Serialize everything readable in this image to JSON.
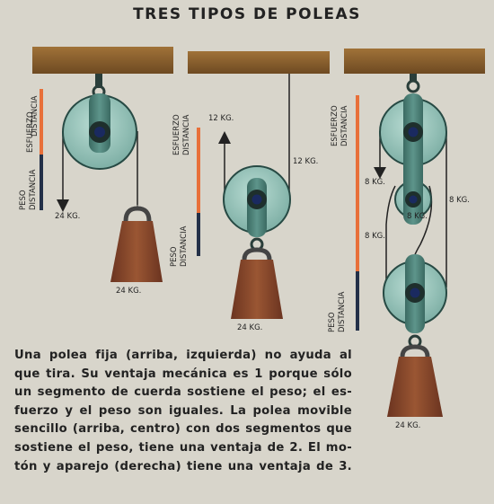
{
  "title": "TRES TIPOS DE POLEAS",
  "labels": {
    "effort": "ESFUERZO",
    "distance": "DISTANCIA",
    "weight": "PESO",
    "kg24": "24 KG.",
    "kg12": "12 KG.",
    "kg8": "8 KG."
  },
  "caption": [
    "Una polea fija (arriba, izquierda) no ayuda al",
    "que tira. Su ventaja mecánica es 1 porque sólo",
    "un segmento de cuerda sostiene el peso; el es-",
    "fuerzo y el peso son iguales. La polea movible",
    "sencillo (arriba, centro) con dos segmentos que",
    "sostiene el peso, tiene una ventaja de 2. El mo-",
    "tón y aparejo (derecha) tiene una ventaja de 3."
  ],
  "colors": {
    "beam": "#8e6230",
    "pulley": "#9fc7be",
    "weight": "#8b4a2e",
    "effort_bar": "#e8703a",
    "weight_bar": "#233048"
  }
}
